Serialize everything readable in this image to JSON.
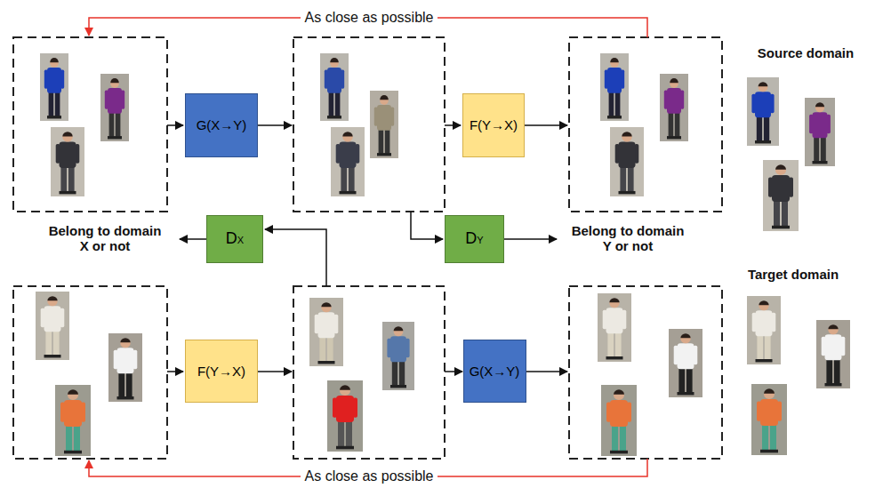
{
  "diagram": {
    "nodes": [
      {
        "text": [
          "G(X→Y)"
        ]
      },
      {
        "text": [
          "F(Y→X)"
        ]
      },
      {
        "text": [
          "DX"
        ]
      },
      {
        "text": [
          "DY"
        ]
      },
      {
        "text": [
          "F(Y→X)"
        ]
      },
      {
        "text": [
          "G(X→Y)"
        ]
      }
    ],
    "labels": [
      "As close as possible",
      "Source domain",
      "Belong to domain X or not",
      "Belong to domain Y or not",
      "Target domain",
      "As close as possible"
    ]
  }
}
